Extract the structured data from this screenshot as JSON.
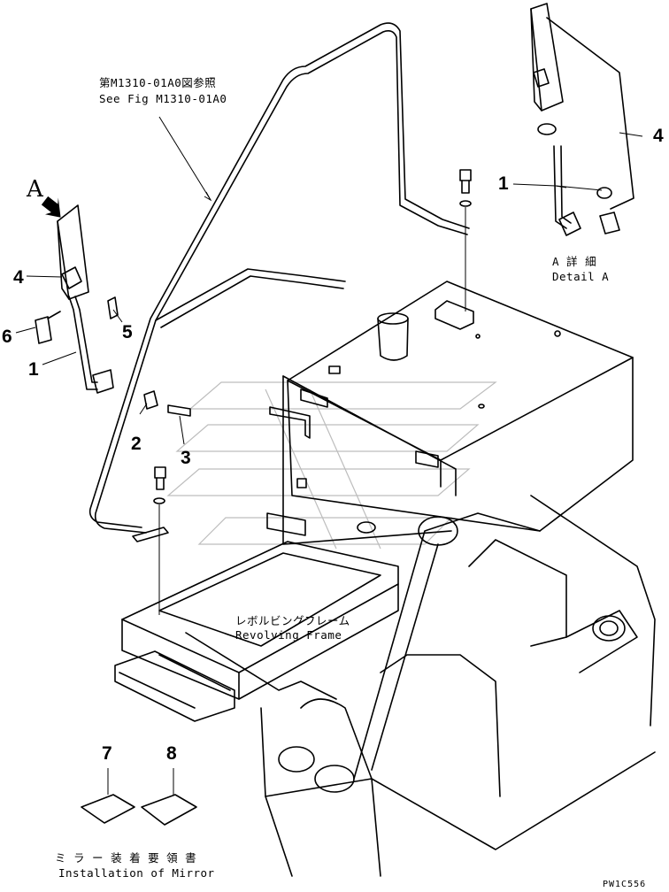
{
  "view_marker": "A",
  "callouts": [
    "1",
    "2",
    "3",
    "4",
    "5",
    "6",
    "7",
    "8"
  ],
  "notes": {
    "see_fig_jp": "第M1310-01A0図参照",
    "see_fig_en": "See Fig M1310-01A0",
    "detail_jp": "A 詳 細",
    "detail_en": "Detail A",
    "frame_jp": "レボルビングフレーム",
    "frame_en": "Revolving Frame",
    "install_jp": "ミ ラ ー 装 着 要 領 書",
    "install_en": "Installation of Mirror"
  },
  "drawing_ref": "PW1C556"
}
